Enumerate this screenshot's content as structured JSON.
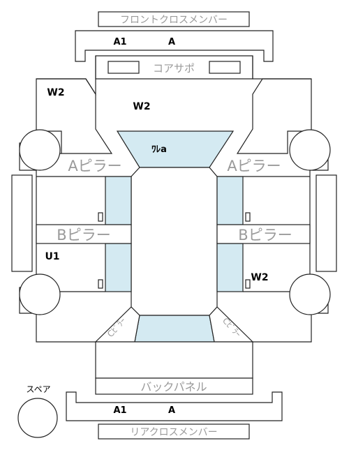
{
  "labels": {
    "front_cross_member": "フロントクロスメンバー",
    "rear_cross_member": "リアクロスメンバー",
    "core_support": "コアサポ",
    "a_pillar_left": "Aピラー",
    "a_pillar_right": "Aピラー",
    "b_pillar_left": "Bピラー",
    "b_pillar_right": "Bピラー",
    "back_panel": "バックパネル",
    "spare": "スペア",
    "roof": "ﾜﾚa",
    "c_pillar_left": "Cﾋﾟﾗｰ",
    "c_pillar_right": "Cﾋﾟﾗｰ"
  },
  "codes": {
    "front_member_left": "A1",
    "front_member_right": "A",
    "core_support_left": "W2",
    "engine_room": "W2",
    "rear_side_left": "U1",
    "rear_side_right": "W2",
    "rear_member_left": "A1",
    "rear_member_right": "A"
  },
  "colors": {
    "glass": "#d4eaf2",
    "line": "#222222",
    "label_gray": "#9a9a9a"
  }
}
